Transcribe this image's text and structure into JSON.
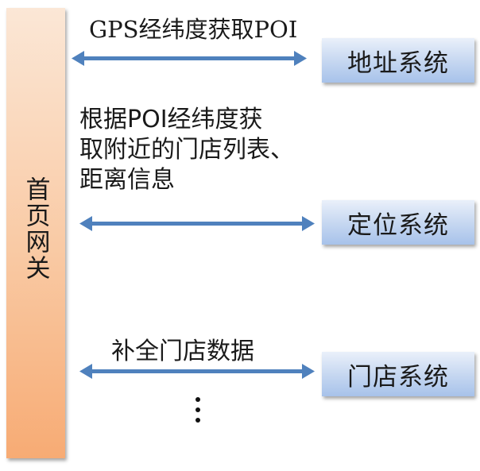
{
  "gateway": {
    "label": "首页网关"
  },
  "systems": [
    {
      "label": "地址系统"
    },
    {
      "label": "定位系统"
    },
    {
      "label": "门店系统"
    }
  ],
  "labels": {
    "gps": "GPS经纬度获取POI",
    "poi_lines": [
      "根据POI经纬度获",
      "取附近的门店列表、",
      "距离信息"
    ],
    "fill": "补全门店数据"
  },
  "more_indicator": "⋮",
  "colors": {
    "arrow": "#4f81bd",
    "gateway_top": "#fbe7d6",
    "gateway_bottom": "#f7ab74",
    "system_box": "#c7d8f1"
  }
}
